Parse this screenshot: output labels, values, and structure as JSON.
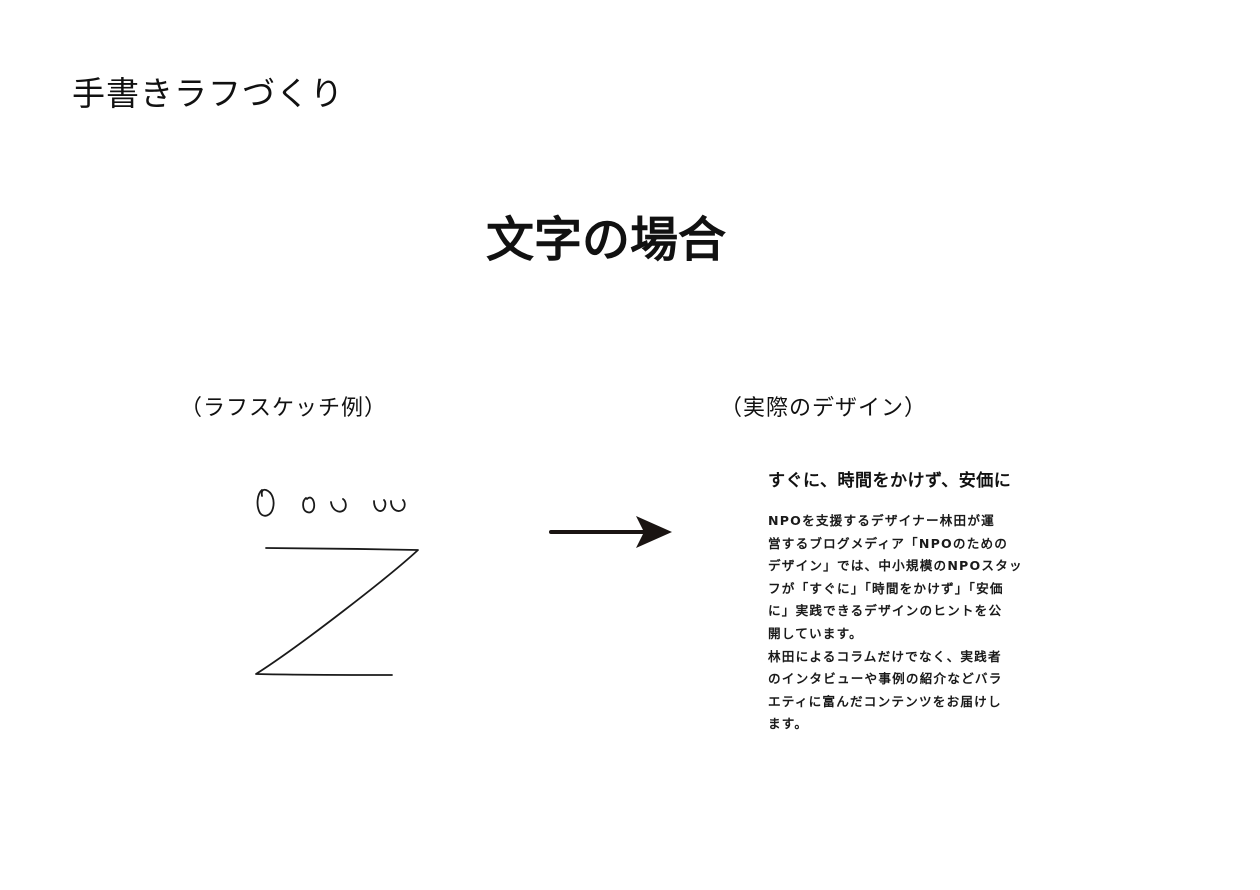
{
  "page": {
    "heading": "手書きラフづくり",
    "section_title": "文字の場合"
  },
  "captions": {
    "sketch": "（ラフスケッチ例）",
    "design": "（実際のデザイン）"
  },
  "design_sample": {
    "headline": "すぐに、時間をかけず、安価に",
    "body_lines": [
      "NPOを支援するデザイナー林田が運",
      "営するブログメディア「NPOのための",
      "デザイン」では、中小規模のNPOスタッ",
      "フが「すぐに」「時間をかけず」「安価",
      "に」実践できるデザインのヒントを公",
      "開しています。",
      "林田によるコラムだけでなく、実践者",
      "のインタビューや事例の紹介などバラ",
      "エティに富んだコンテンツをお届けし",
      "ます。"
    ]
  },
  "colors": {
    "text": "#111111",
    "arrow": "#1a1412",
    "background": "#ffffff"
  },
  "icons": {
    "arrow": "right-arrow-icon",
    "sketch": "rough-sketch-icon"
  }
}
